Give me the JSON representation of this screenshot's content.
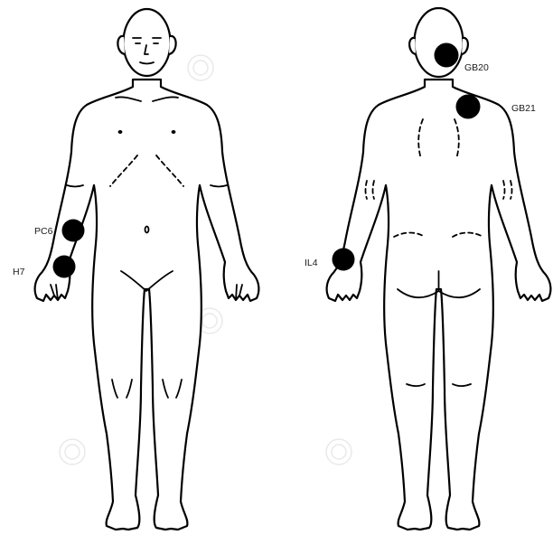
{
  "points": {
    "pc6": {
      "label": "PC6"
    },
    "h7": {
      "label": "H7"
    },
    "il4": {
      "label": "IL4"
    },
    "gb20": {
      "label": "GB20"
    },
    "gb21": {
      "label": "GB21"
    }
  },
  "colors": {
    "point": "#000000",
    "outline": "#000000",
    "background": "#ffffff"
  }
}
